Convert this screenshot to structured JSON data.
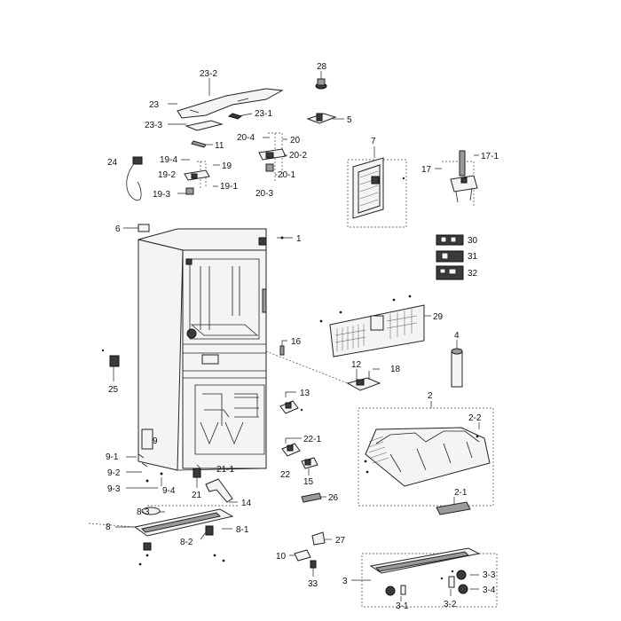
{
  "labels": {
    "l1": "1",
    "l2": "2",
    "l2_1": "2-1",
    "l2_2": "2-2",
    "l3": "3",
    "l3_1": "3-1",
    "l3_2": "3-2",
    "l3_3": "3-3",
    "l3_4": "3-4",
    "l4": "4",
    "l5": "5",
    "l6": "6",
    "l7": "7",
    "l8": "8",
    "l8_1": "8-1",
    "l8_2": "8-2",
    "l8_3": "8-3",
    "l9": "9",
    "l9_1": "9-1",
    "l9_2": "9-2",
    "l9_3": "9-3",
    "l9_4": "9-4",
    "l10": "10",
    "l11": "11",
    "l12": "12",
    "l13": "13",
    "l14": "14",
    "l15": "15",
    "l16": "16",
    "l17": "17",
    "l17_1": "17-1",
    "l18": "18",
    "l19": "19",
    "l19_1": "19-1",
    "l19_2": "19-2",
    "l19_3": "19-3",
    "l19_4": "19-4",
    "l20": "20",
    "l20_1": "20-1",
    "l20_2": "20-2",
    "l20_3": "20-3",
    "l20_4": "20-4",
    "l21": "21",
    "l21_1": "21-1",
    "l22": "22",
    "l22_1": "22-1",
    "l23": "23",
    "l23_1": "23-1",
    "l23_2": "23-2",
    "l23_3": "23-3",
    "l24": "24",
    "l25": "25",
    "l26": "26",
    "l27": "27",
    "l28": "28",
    "l29": "29",
    "l30": "30",
    "l31": "31",
    "l32": "32",
    "l33": "33"
  }
}
